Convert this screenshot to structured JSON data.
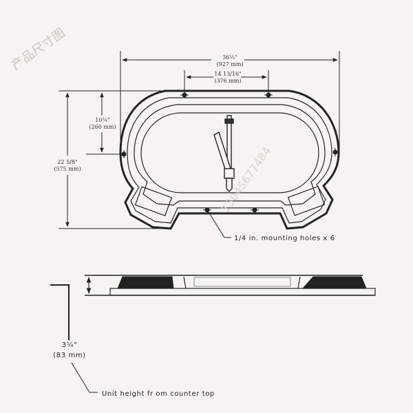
{
  "watermark_title": "产品尺寸图",
  "watermark_phone": "13045677484",
  "top_view": {
    "overall_width": {
      "imperial": "36½\"",
      "metric": "(927 mm)"
    },
    "hole_spacing": {
      "imperial": "14 13/16\"",
      "metric": "(376 mm)"
    },
    "overall_depth": {
      "imperial": "22 5/8\"",
      "metric": "(575 mm)"
    },
    "side_hole_offset": {
      "imperial": "10¼\"",
      "metric": "(260 mm)"
    },
    "mounting_holes_label": "1/4 in. mounting holes x 6"
  },
  "side_view": {
    "unit_height": {
      "imperial": "3¼\"",
      "metric": "(83 mm)"
    },
    "unit_height_label": "Unit height fr om counter top"
  }
}
